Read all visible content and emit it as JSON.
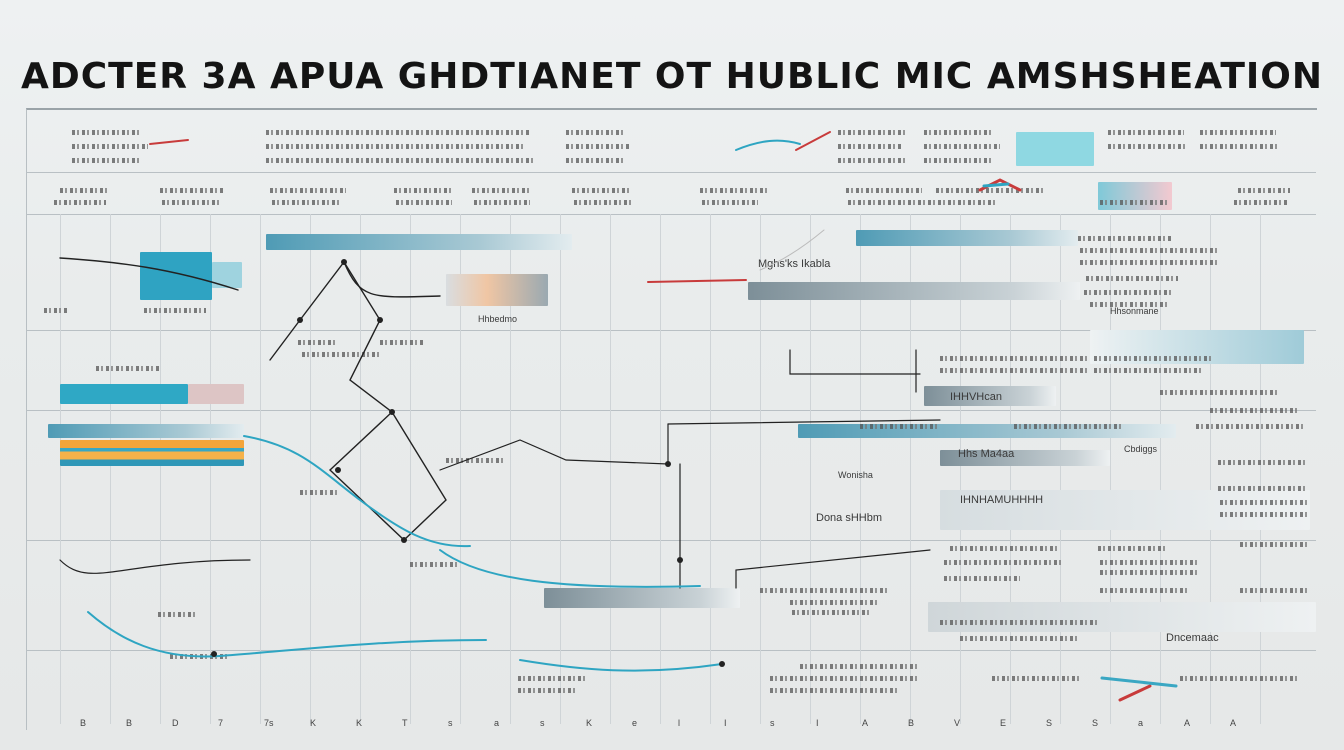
{
  "title": "ADCTER 3A APUA GHDTIANET OT HUBLIC MIC AMSHSHEATION",
  "colors": {
    "teal": "#3aa7c3",
    "orange": "#f2a33a",
    "red": "#c23b3b",
    "grey": "#8c9aa1",
    "dark": "#1e1e1e"
  },
  "labels": {
    "l1": "Mghs'ks Ikabla",
    "l2": "Hhbedmo",
    "l3": "IHHVHcan",
    "l4": "Hhsonmane",
    "l5": "Cbdiggs",
    "l6": "Wonisha",
    "l7": "IHNHAMUHHHH",
    "l8": "Hhs Ma4aa",
    "l9": "Dona sHHbm",
    "l10": "Dncemaac"
  },
  "x_ticks": [
    "B",
    "B",
    "D",
    "7",
    "7s",
    "K",
    "K",
    "T",
    "s",
    "a",
    "s",
    "K",
    "e",
    "l",
    "I",
    "s",
    "I",
    "A",
    "B",
    "V",
    "E",
    "S",
    "S",
    "a",
    "A",
    "A"
  ]
}
